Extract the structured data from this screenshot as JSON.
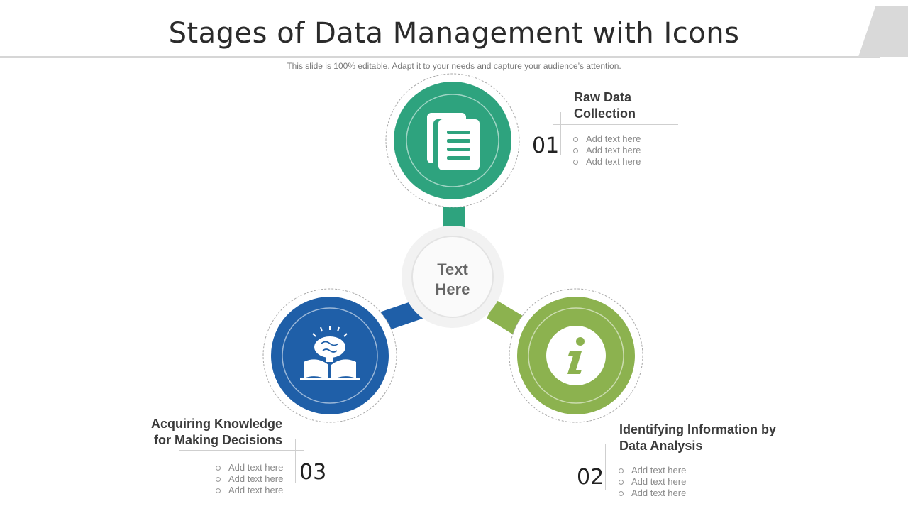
{
  "header": {
    "title": "Stages of Data Management with Icons",
    "subtitle": "This slide is 100% editable. Adapt it to your needs and capture your audience’s attention."
  },
  "hub": {
    "line1": "Text",
    "line2": "Here"
  },
  "colors": {
    "stage1": "#2ea37e",
    "stage2": "#8cb24f",
    "stage3": "#1f5fa8",
    "hub": "#f2f2f2"
  },
  "stages": [
    {
      "number": "01",
      "title_line1": "Raw Data",
      "title_line2": "Collection",
      "icon": "documents-icon",
      "bullets": [
        "Add text here",
        "Add text here",
        "Add text here"
      ]
    },
    {
      "number": "02",
      "title_line1": "Identifying Information by",
      "title_line2": "Data Analysis",
      "icon": "info-icon",
      "bullets": [
        "Add text here",
        "Add text here",
        "Add text here"
      ]
    },
    {
      "number": "03",
      "title_line1": "Acquiring Knowledge",
      "title_line2": "for Making Decisions",
      "icon": "brain-book-icon",
      "bullets": [
        "Add text here",
        "Add text here",
        "Add text here"
      ]
    }
  ]
}
